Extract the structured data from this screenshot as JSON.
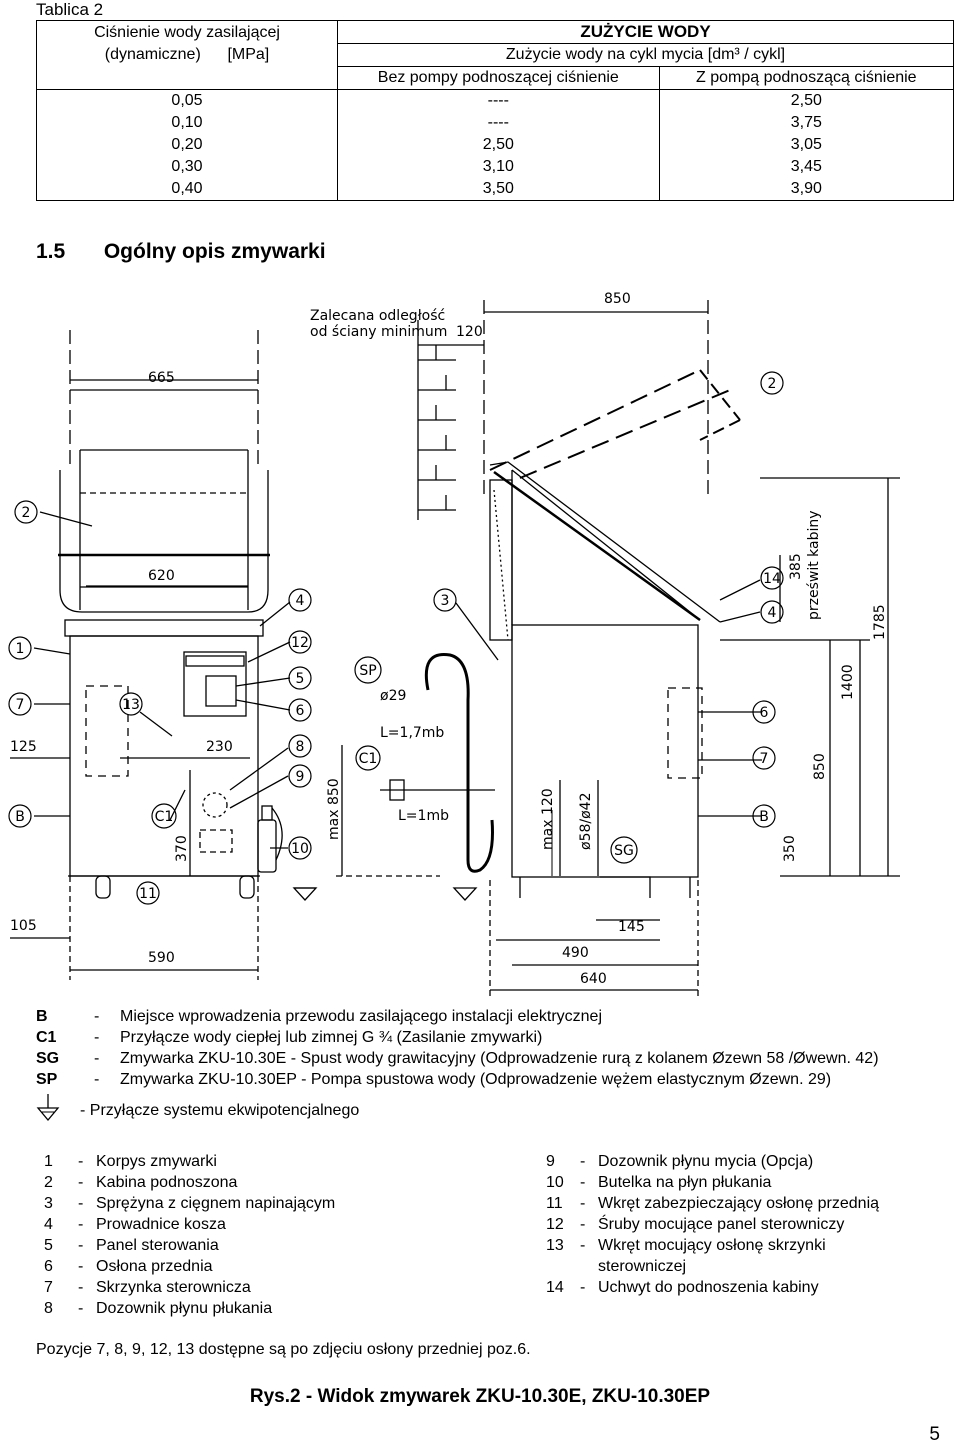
{
  "table": {
    "caption": "Tablica 2",
    "title": "ZUŻYCIE WODY",
    "pressure_header_1": "Ciśnienie wody zasilającej",
    "pressure_header_2": "(dynamiczne)      [MPa]",
    "consumption_header": "Zużycie wody na cykl mycia [dm³ / cykl]",
    "col_no_pump": "Bez pompy podnoszącej ciśnienie",
    "col_pump": "Z pompą podnoszącą ciśnienie",
    "rows": [
      {
        "pressure": "0,05",
        "no_pump": "----",
        "pump": "2,50"
      },
      {
        "pressure": "0,10",
        "no_pump": "----",
        "pump": "3,75"
      },
      {
        "pressure": "0,20",
        "no_pump": "2,50",
        "pump": "3,05"
      },
      {
        "pressure": "0,30",
        "no_pump": "3,10",
        "pump": "3,45"
      },
      {
        "pressure": "0,40",
        "no_pump": "3,50",
        "pump": "3,90"
      }
    ]
  },
  "section": {
    "number": "1.5",
    "title": "Ogólny opis zmywarki"
  },
  "drawing": {
    "wall_note_1": "Zalecana odległość",
    "wall_note_2": "od ściany minimum",
    "dims": {
      "d850": "850",
      "d120": "120",
      "d665": "665",
      "d620": "620",
      "d125": "125",
      "d230": "230",
      "d370": "370",
      "d105": "105",
      "d590": "590",
      "dmax850": "max 850",
      "dmax120": "max 120",
      "dfi": "ø58/ø42",
      "d145": "145",
      "d490": "490",
      "d640": "640",
      "d385": "385",
      "dclear": "prześwit kabiny",
      "d1785": "1785",
      "d1400": "1400",
      "d850r": "850",
      "d350": "350",
      "phi29": "ø29",
      "l17": "L=1,7mb",
      "l1": "L=1mb"
    },
    "callouts": {
      "c2a": "2",
      "c2b": "2",
      "c1": "1",
      "c7": "7",
      "c13": "13",
      "cB": "B",
      "cC1": "C1",
      "c11": "11",
      "c4": "4",
      "c12": "12",
      "c5": "5",
      "c6": "6",
      "c8": "8",
      "c9": "9",
      "c10": "10",
      "c3": "3",
      "cSP": "SP",
      "cC1b": "C1",
      "cSG": "SG",
      "c14": "14",
      "c4b": "4",
      "c6b": "6",
      "c7b": "7",
      "cBb": "B"
    }
  },
  "legend": [
    {
      "code": "B",
      "text": "Miejsce wprowadzenia przewodu zasilającego instalacji elektrycznej"
    },
    {
      "code": "C1",
      "text": "Przyłącze wody ciepłej lub zimnej G ¾  (Zasilanie zmywarki)"
    },
    {
      "code": "SG",
      "text": "Zmywarka ZKU-10.30E   - Spust wody grawitacyjny (Odprowadzenie rurą z kolanem Øzewn 58 /Øwewn. 42)"
    },
    {
      "code": "SP",
      "text": "Zmywarka ZKU-10.30EP  - Pompa spustowa wody (Odprowadzenie wężem elastycznym Øzewn. 29)"
    },
    {
      "code": "",
      "text": "- Przyłącze systemu ekwipotencjalnego"
    }
  ],
  "parts_left": [
    {
      "n": "1",
      "t": "Korpys zmywarki"
    },
    {
      "n": "2",
      "t": "Kabina podnoszona"
    },
    {
      "n": "3",
      "t": "Sprężyna z cięgnem napinającym"
    },
    {
      "n": "4",
      "t": "Prowadnice kosza"
    },
    {
      "n": "5",
      "t": "Panel sterowania"
    },
    {
      "n": "6",
      "t": "Osłona przednia"
    },
    {
      "n": "7",
      "t": "Skrzynka sterownicza"
    },
    {
      "n": "8",
      "t": "Dozownik płynu płukania"
    }
  ],
  "parts_right": [
    {
      "n": "9",
      "t": "Dozownik płynu mycia (Opcja)"
    },
    {
      "n": "10",
      "t": "Butelka na płyn płukania"
    },
    {
      "n": "11",
      "t": "Wkręt zabezpieczający osłonę  przednią"
    },
    {
      "n": "12",
      "t": "Śruby mocujące panel sterowniczy"
    },
    {
      "n": "13",
      "t": "Wkręt mocujący osłonę skrzynki"
    },
    {
      "n": "",
      "t": "sterowniczej"
    },
    {
      "n": "14",
      "t": "Uchwyt do podnoszenia kabiny"
    }
  ],
  "note": "Pozycje 7, 8, 9, 12, 13 dostępne są po zdjęciu osłony przedniej poz.6.",
  "figure_caption": "Rys.2 - Widok zmywarek ZKU-10.30E, ZKU-10.30EP",
  "page_number": "5"
}
